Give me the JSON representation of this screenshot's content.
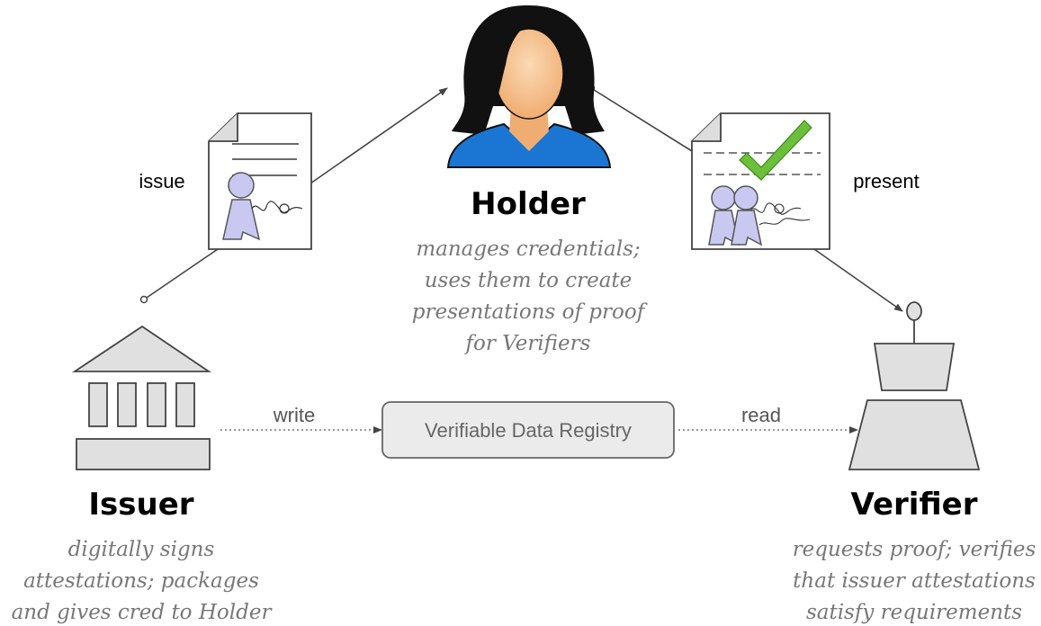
{
  "roles": {
    "holder": {
      "title": "Holder",
      "description": [
        "manages credentials;",
        "uses them to create",
        "presentations of proof",
        "for Verifiers"
      ]
    },
    "issuer": {
      "title": "Issuer",
      "description": [
        "digitally signs",
        "attestations; packages",
        "and gives cred to Holder"
      ]
    },
    "verifier": {
      "title": "Verifier",
      "description": [
        "requests proof; verifies",
        "that issuer attestations",
        "satisfy requirements"
      ]
    }
  },
  "registry": {
    "label": "Verifiable Data Registry"
  },
  "edges": {
    "issue": "issue",
    "present": "present",
    "write": "write",
    "read": "read"
  },
  "colors": {
    "holder_shirt": "#1a76d2",
    "holder_skin": "#f6c08e",
    "person_figure": "#c9c8f0",
    "check": "#6cbf3a",
    "building_fill": "#e0e0e0",
    "registry_fill": "#ebebeb",
    "connector": "#444444"
  },
  "icons": {
    "holder": "holder-person-icon",
    "issuer": "bank-building-icon",
    "verifier": "verifier-machine-icon",
    "credential": "credential-document-icon",
    "presentation": "presentation-document-icon"
  }
}
